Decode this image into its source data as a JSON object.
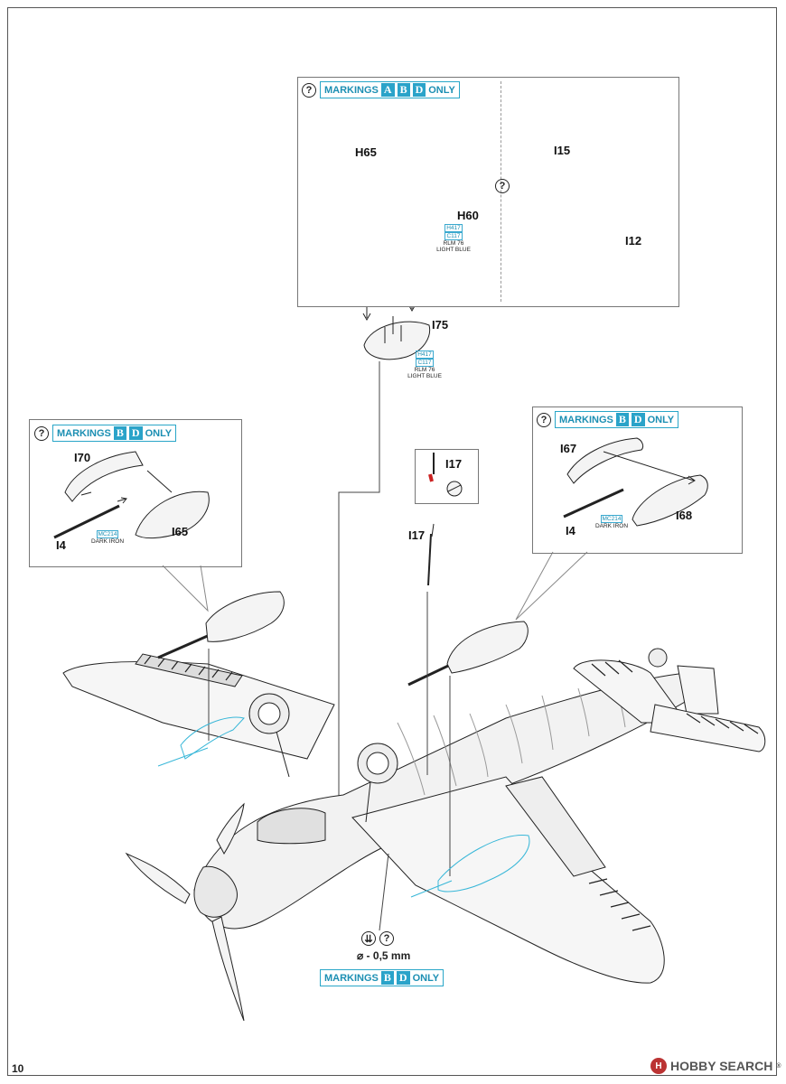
{
  "page_number": "10",
  "watermark": {
    "brand": "HOBBY SEARCH",
    "logo_letter": "H",
    "trademark": "®"
  },
  "top_callout": {
    "markings": {
      "prefix": "MARKINGS",
      "letters": [
        "A",
        "B",
        "D"
      ],
      "suffix": "ONLY"
    },
    "question_icon": "?",
    "option_question_icon": "?",
    "parts": {
      "h65": "H65",
      "h60": "H60",
      "i15": "I15",
      "i12": "I12"
    },
    "paint": {
      "code1": "H417",
      "code2": "C117",
      "name": "RLM 76",
      "desc": "LIGHT BLUE"
    }
  },
  "mid_part": {
    "label": "I75",
    "paint": {
      "code1": "H417",
      "code2": "C117",
      "name": "RLM 76",
      "desc": "LIGHT BLUE"
    }
  },
  "left_callout": {
    "markings": {
      "prefix": "MARKINGS",
      "letters": [
        "B",
        "D"
      ],
      "suffix": "ONLY"
    },
    "question_icon": "?",
    "parts": {
      "i70": "I70",
      "i4": "I4",
      "i65": "I65"
    },
    "paint": {
      "code": "MC214",
      "desc": "DARK IRON"
    }
  },
  "right_callout": {
    "markings": {
      "prefix": "MARKINGS",
      "letters": [
        "B",
        "D"
      ],
      "suffix": "ONLY"
    },
    "question_icon": "?",
    "parts": {
      "i67": "I67",
      "i4": "I4",
      "i68": "I68"
    },
    "paint": {
      "code": "MC214",
      "desc": "DARK IRON"
    }
  },
  "small_callout": {
    "label": "I17"
  },
  "i17_label": "I17",
  "drill": {
    "text": "⌀ - 0,5 mm",
    "question_icon": "?"
  },
  "bottom_markings": {
    "prefix": "MARKINGS",
    "letters": [
      "B",
      "D"
    ],
    "suffix": "ONLY"
  },
  "colors": {
    "accent": "#2aa3c9",
    "line": "#222222",
    "paint_blue": "#38b7d8"
  }
}
